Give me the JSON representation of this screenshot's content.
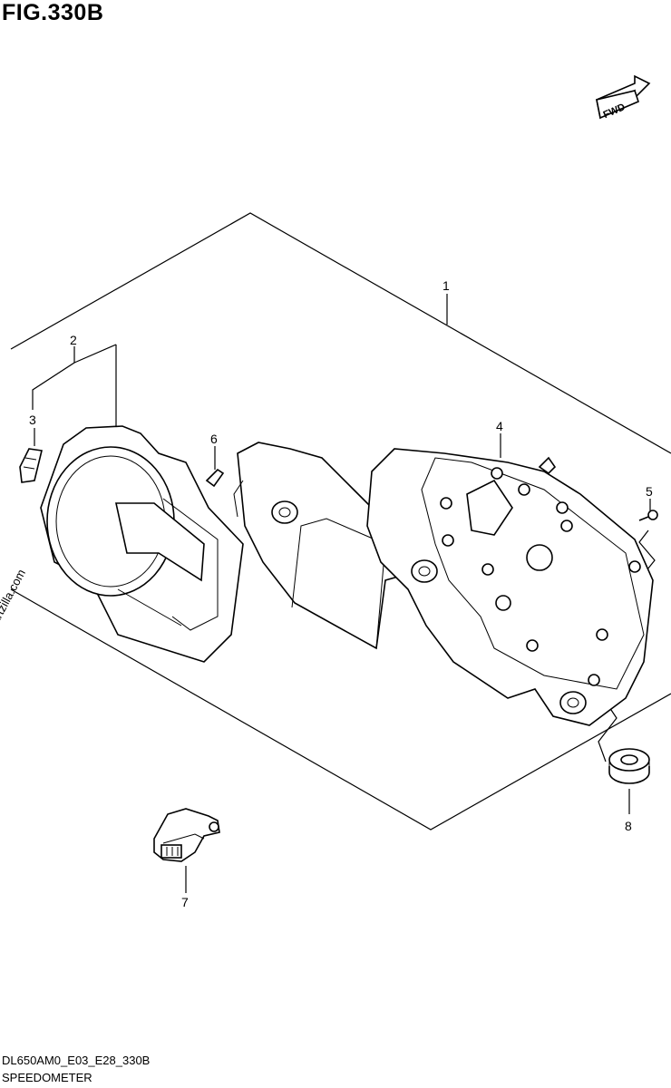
{
  "figure": {
    "title": "FIG.330B",
    "code": "DL650AM0_E03_E28_330B",
    "name": "SPEEDOMETER",
    "watermark": "© Partzilla.com",
    "direction_label": "FWD"
  },
  "callouts": [
    {
      "id": "1",
      "label": "1"
    },
    {
      "id": "2",
      "label": "2"
    },
    {
      "id": "3",
      "label": "3"
    },
    {
      "id": "4",
      "label": "4"
    },
    {
      "id": "5",
      "label": "5"
    },
    {
      "id": "6",
      "label": "6"
    },
    {
      "id": "7",
      "label": "7"
    },
    {
      "id": "8",
      "label": "8"
    }
  ]
}
